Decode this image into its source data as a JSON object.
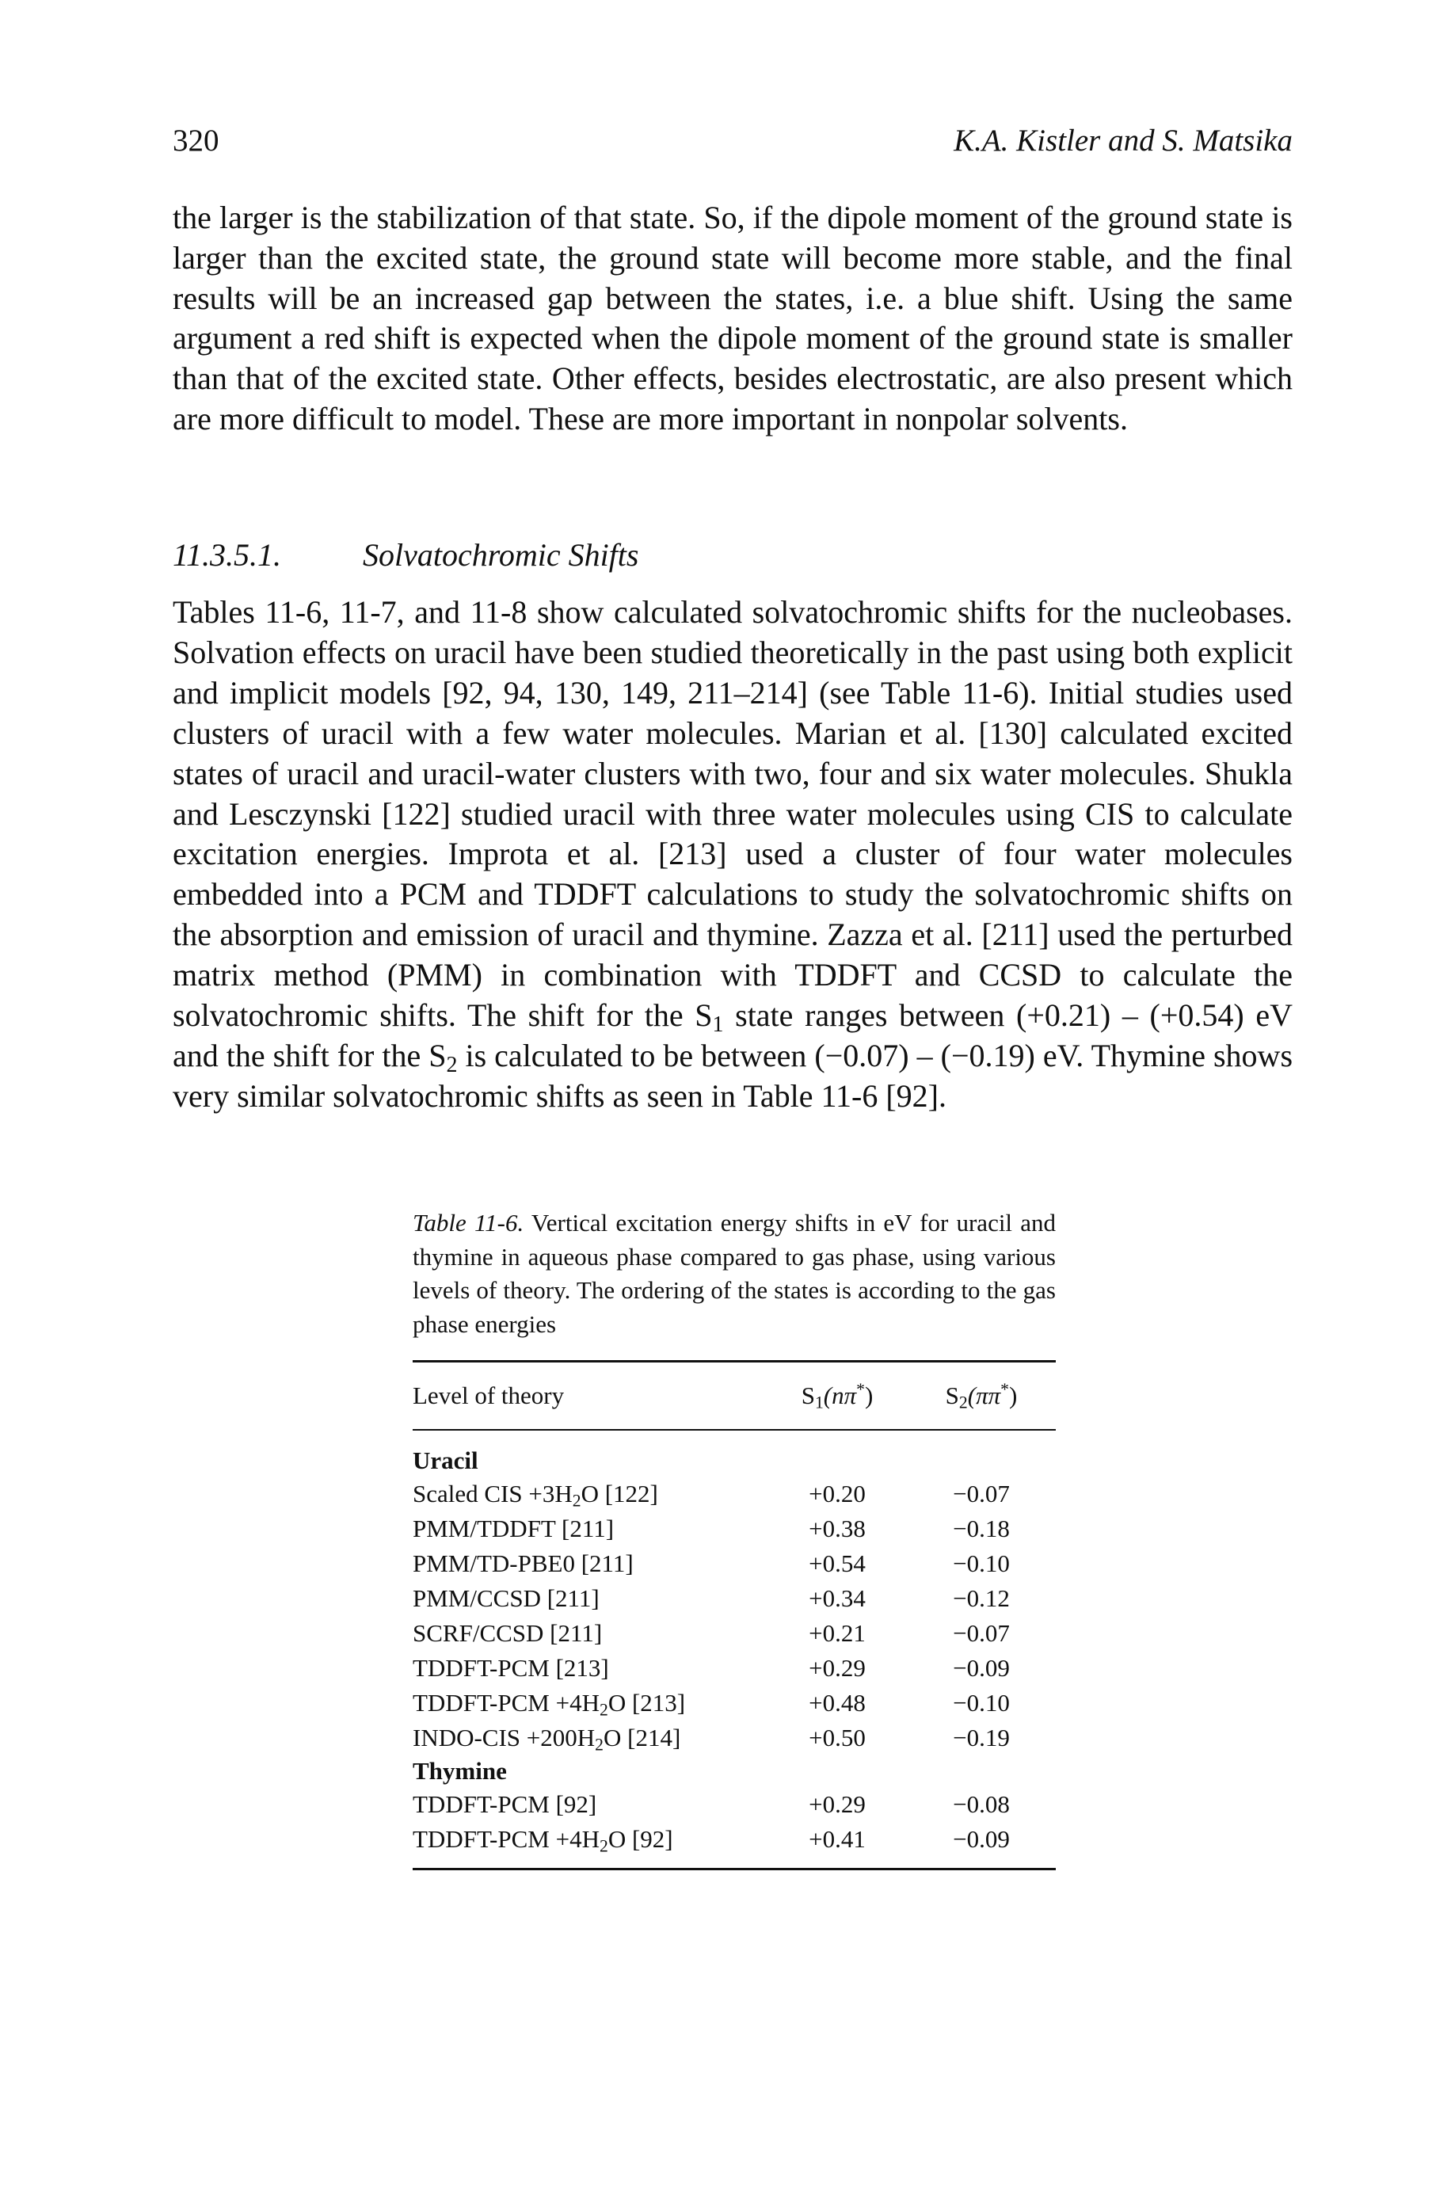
{
  "header": {
    "page_number": "320",
    "running_head": "K.A. Kistler and S. Matsika"
  },
  "paragraph1": "the larger is the stabilization of that state. So, if the dipole moment of the ground state is larger than the excited state, the ground state will become more stable, and the final results will be an increased gap between the states, i.e. a blue shift. Using the same argument a red shift is expected when the dipole moment of the ground state is smaller than that of the excited state. Other effects, besides electrostatic, are also present which are more difficult to model. These are more important in nonpolar solvents.",
  "section": {
    "number": "11.3.5.1.",
    "title": "Solvatochromic Shifts"
  },
  "paragraph2": {
    "s1_prefix": "Tables 11-6, 11-7, and 11-8 show calculated solvatochromic shifts for the nucleobases. Solvation effects on uracil have been studied theoretically in the past using both explicit and implicit models [92, 94, 130, 149, 211–214] (see Table 11-6). Initial studies used clusters of uracil with a few water molecules. Marian et al. [130] calculated excited states of uracil and uracil-water clusters with two, four and six water molecules. Shukla and Lesczynski [122] studied uracil with three water molecules using CIS to calculate excitation energies. Improta et al. [213] used a cluster of four water molecules embedded into a PCM and TDDFT calculations to study the solvatochromic shifts on the absorption and emission of uracil and thymine. Zazza et al. [211] used the perturbed matrix method (PMM) in combination with TDDFT and CCSD to calculate the solvatochromic shifts. The shift for the S",
    "s1_sub": "1",
    "s2_mid": " state ranges between (+0.21) – (+0.54) eV and the shift for the S",
    "s2_sub": "2",
    "s3_suffix": " is calculated to be between (−0.07) – (−0.19) eV. Thymine shows very similar solvatochromic shifts as seen in Table 11-6 [92]."
  },
  "table": {
    "caption_label": "Table 11-6.",
    "caption_text": "Vertical excitation energy shifts in eV for uracil and thymine in aqueous phase compared to gas phase, using various levels of theory. The ordering of the states is according to the gas phase energies",
    "col_headers": {
      "level": "Level of theory",
      "s1_main": "S",
      "s1_sub": "1",
      "s1_paren": "(nπ",
      "s1_sup": "*",
      "s1_close": ")",
      "s2_main": "S",
      "s2_sub": "2",
      "s2_paren": "(ππ",
      "s2_sup": "*",
      "s2_close": ")"
    },
    "group_uracil": "Uracil",
    "group_thymine": "Thymine",
    "uracil_rows": [
      {
        "a": "Scaled CIS +3H",
        "sub": "2",
        "b": "O [122]",
        "s1": "+0.20",
        "s2": "−0.07"
      },
      {
        "a": "PMM/TDDFT [211]",
        "sub": "",
        "b": "",
        "s1": "+0.38",
        "s2": "−0.18"
      },
      {
        "a": "PMM/TD-PBE0 [211]",
        "sub": "",
        "b": "",
        "s1": "+0.54",
        "s2": "−0.10"
      },
      {
        "a": "PMM/CCSD [211]",
        "sub": "",
        "b": "",
        "s1": "+0.34",
        "s2": "−0.12"
      },
      {
        "a": "SCRF/CCSD [211]",
        "sub": "",
        "b": "",
        "s1": "+0.21",
        "s2": "−0.07"
      },
      {
        "a": "TDDFT-PCM [213]",
        "sub": "",
        "b": "",
        "s1": "+0.29",
        "s2": "−0.09"
      },
      {
        "a": "TDDFT-PCM +4H",
        "sub": "2",
        "b": "O [213]",
        "s1": "+0.48",
        "s2": "−0.10"
      },
      {
        "a": "INDO-CIS +200H",
        "sub": "2",
        "b": "O [214]",
        "s1": "+0.50",
        "s2": "−0.19"
      }
    ],
    "thymine_rows": [
      {
        "a": "TDDFT-PCM [92]",
        "sub": "",
        "b": "",
        "s1": "+0.29",
        "s2": "−0.08"
      },
      {
        "a": "TDDFT-PCM +4H",
        "sub": "2",
        "b": "O [92]",
        "s1": "+0.41",
        "s2": "−0.09"
      }
    ]
  }
}
